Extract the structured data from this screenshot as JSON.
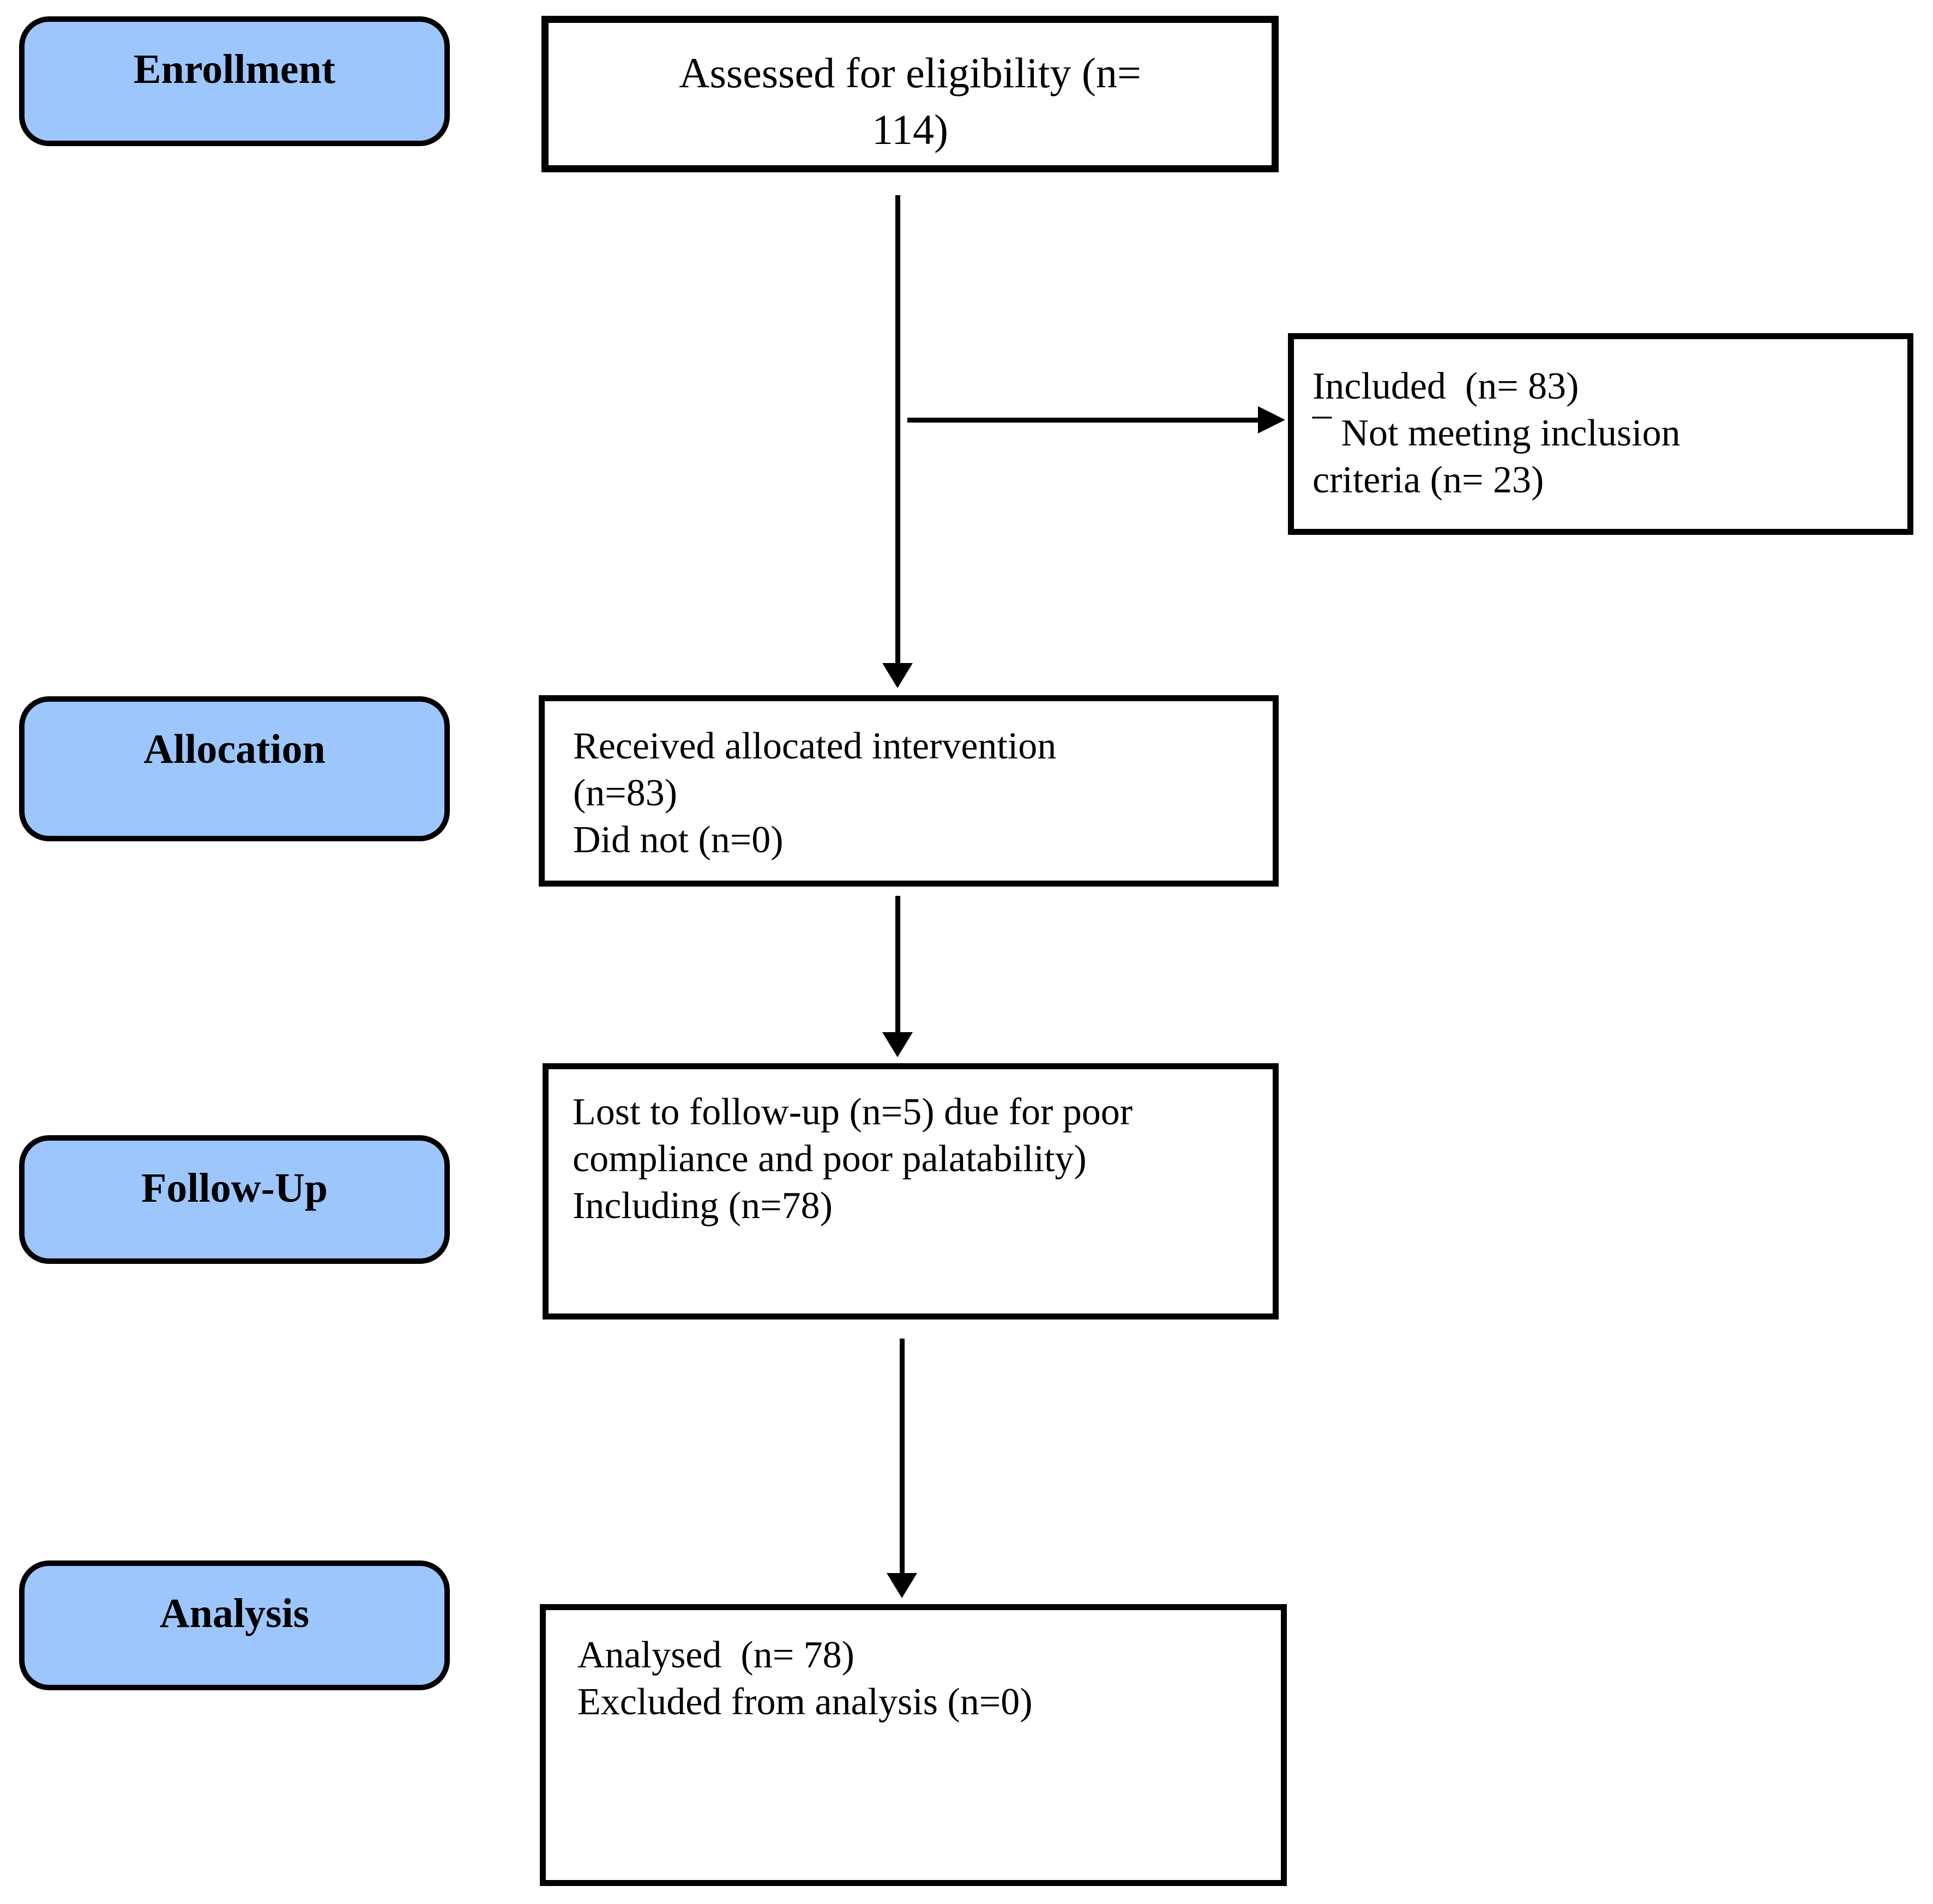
{
  "diagram": {
    "background": "#FFFFFF",
    "colors": {
      "stage_fill": "#9DC6FC",
      "line": "#000000"
    },
    "stages": [
      {
        "label": "Enrollment"
      },
      {
        "label": "Allocation"
      },
      {
        "label": "Follow-Up"
      },
      {
        "label": "Analysis"
      }
    ],
    "boxes": {
      "assessed": {
        "text": "Assessed for eligibility (n=\n114)"
      },
      "included": {
        "text": "Included  (n= 83)\n¯ Not meeting inclusion\ncriteria (n= 23)"
      },
      "allocation": {
        "text": "Received allocated intervention\n(n=83)\nDid not (n=0)"
      },
      "followup": {
        "text": "Lost to follow-up (n=5) due for poor\ncompliance and poor palatability)\nIncluding (n=78)"
      },
      "analysis": {
        "text": "Analysed  (n= 78)\nExcluded from analysis (n=0)"
      }
    }
  }
}
